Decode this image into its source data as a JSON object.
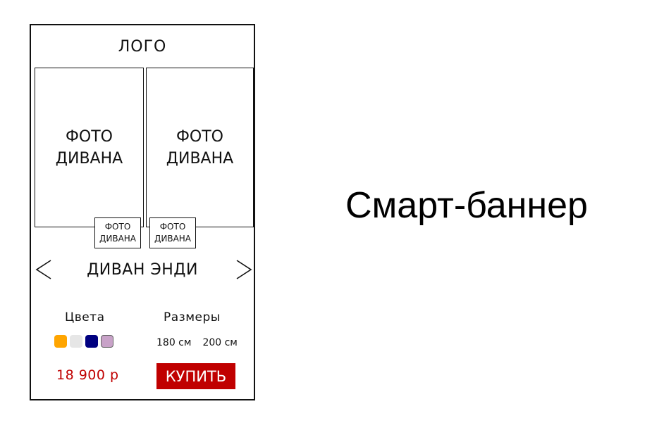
{
  "banner": {
    "logo": "ЛОГО",
    "photos": {
      "main1": "ФОТО\nДИВАНА",
      "main2": "ФОТО\nДИВАНА",
      "thumb1": "ФОТО\nДИВАНА",
      "thumb2": "ФОТО\nДИВАНА"
    },
    "product_name": "ДИВАН ЭНДИ",
    "colors_label": "Цвета",
    "sizes_label": "Размеры",
    "swatch_colors": [
      "#ffa500",
      "#e6e6e6",
      "#000080",
      "#c8a2c8"
    ],
    "sizes": [
      "180 см",
      "200 см"
    ],
    "price": "18 900 р",
    "buy_label": "КУПИТЬ",
    "accent_color": "#c00000",
    "icons": {
      "prev": "chevron-left-icon",
      "next": "chevron-right-icon"
    }
  },
  "caption": "Смарт-баннер"
}
